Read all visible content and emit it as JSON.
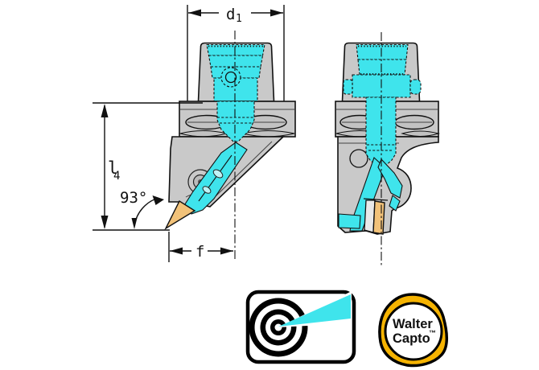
{
  "drawing": {
    "dimensions": {
      "d1": {
        "main": "d",
        "sub": "1"
      },
      "l4": {
        "main": "l",
        "sub": "4"
      },
      "angle": "93°",
      "f": "f"
    },
    "colors": {
      "highlight_cyan": "#3fe4ec",
      "body_gray": "#c9c9c9",
      "insert_tan": "#f2c279",
      "logo_gold": "#f5b301"
    }
  },
  "logos": {
    "precision_icon": {
      "name": "bullseye-beam-icon"
    },
    "walter_capto": {
      "line1": "Walter",
      "line2": "Capto",
      "trademark": "™"
    }
  }
}
